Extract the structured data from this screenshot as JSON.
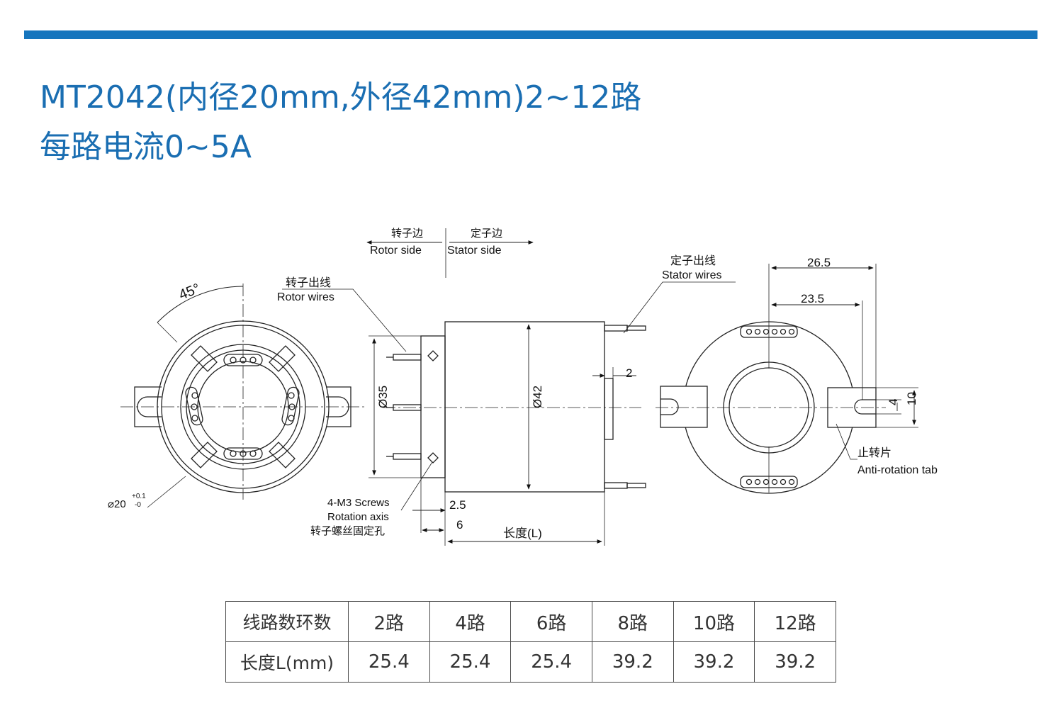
{
  "header": {
    "accent_color": "#1675bd",
    "title_line1": "MT2042(内径20mm,外径42mm)2~12路",
    "title_line2": "每路电流0~5A"
  },
  "drawing": {
    "rotor_side_cn": "转子边",
    "rotor_side_en": "Rotor side",
    "stator_side_cn": "定子边",
    "stator_side_en": "Stator side",
    "angle_label": "45°",
    "rotor_wires_cn": "转子出线",
    "rotor_wires_en": "Rotor wires",
    "stator_wires_cn": "定子出线",
    "stator_wires_en": "Stator wires",
    "bore_dia_label": "⌀20",
    "bore_tol_upper": "+0.1",
    "bore_tol_lower": "-0",
    "screws_line1": "4-M3 Screws",
    "screws_line2": "Rotation axis",
    "screws_line3": "转子螺丝固定孔",
    "dim_flange_dia": "Ø35",
    "dim_body_dia": "Ø42",
    "dim_2_5": "2.5",
    "dim_6": "6",
    "dim_length": "长度(L)",
    "dim_2": "2",
    "dim_26_5": "26.5",
    "dim_23_5": "23.5",
    "dim_4": "4",
    "dim_10": "10",
    "anti_rot_cn": "止转片",
    "anti_rot_en": "Anti-rotation tab"
  },
  "spec_table": {
    "row1_label": "线路数环数",
    "row2_label": "长度L(mm)",
    "circuits": [
      "2路",
      "4路",
      "6路",
      "8路",
      "10路",
      "12路"
    ],
    "lengths": [
      "25.4",
      "25.4",
      "25.4",
      "39.2",
      "39.2",
      "39.2"
    ]
  }
}
